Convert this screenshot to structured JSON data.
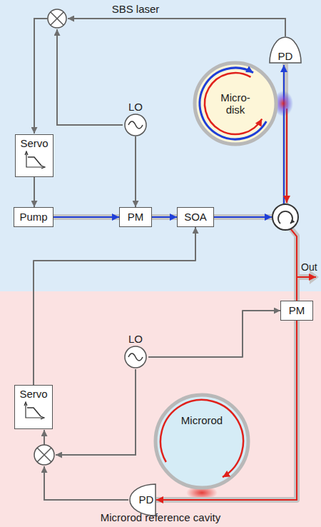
{
  "diagram": {
    "nodes": [
      {
        "text": [
          "Servo"
        ]
      },
      {
        "text": [
          "LO"
        ]
      },
      {
        "text": [
          "PD"
        ]
      },
      {
        "text": [
          "Micro- disk"
        ]
      },
      {
        "text": [
          "Pump"
        ]
      },
      {
        "text": [
          "PM"
        ]
      },
      {
        "text": [
          "SOA"
        ]
      },
      {
        "text": [
          "Microrod reference cavity"
        ]
      },
      {
        "text": [
          "LO"
        ],
        "in": 7
      },
      {
        "text": [
          "PM"
        ],
        "in": 7
      },
      {
        "text": [
          "Servo"
        ],
        "in": 7
      },
      {
        "text": [
          "Microrod"
        ],
        "in": 7
      },
      {
        "text": [
          "PD"
        ],
        "in": 7
      }
    ],
    "edges": [
      {
        "from": 0,
        "to": 4,
        "arrow": "to"
      },
      {
        "from": 1,
        "to": 5,
        "arrow": "to"
      },
      {
        "from": 4,
        "to": 5,
        "arrow": "to"
      },
      {
        "from": 5,
        "to": 6,
        "arrow": "to"
      },
      {
        "from": 10,
        "to": 6,
        "arrow": "to"
      },
      {
        "from": 8,
        "to": 9,
        "arrow": "to"
      },
      {
        "from": 9,
        "to": 12,
        "arrow": "to"
      }
    ],
    "labels": [
      "SBS laser",
      "Out"
    ]
  }
}
